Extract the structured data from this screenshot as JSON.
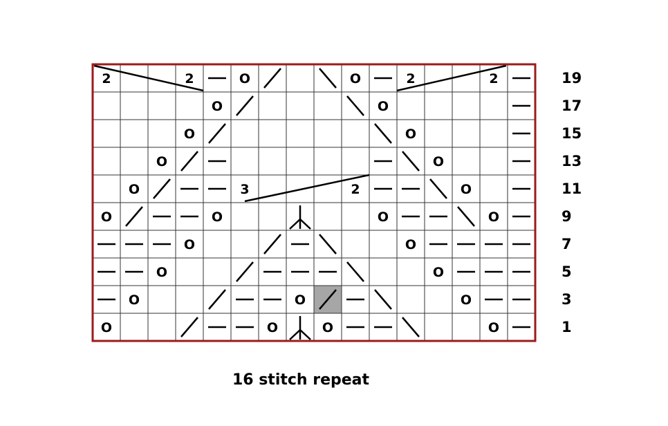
{
  "chart": {
    "rows": [
      {
        "number": "19",
        "cells": [
          "2",
          "",
          "",
          "2",
          "-",
          "O",
          "/",
          "",
          "\\",
          "O",
          "-",
          "2",
          "",
          "",
          "2",
          "-"
        ]
      },
      {
        "number": "17",
        "cells": [
          "",
          "",
          "",
          "",
          "O",
          "/",
          "",
          "",
          "",
          "\\",
          "O",
          "",
          "",
          "",
          "",
          "-"
        ]
      },
      {
        "number": "15",
        "cells": [
          "",
          "",
          "",
          "O",
          "/",
          "",
          "",
          "",
          "",
          "",
          "\\",
          "O",
          "",
          "",
          "",
          "-"
        ]
      },
      {
        "number": "13",
        "cells": [
          "",
          "",
          "O",
          "/",
          "-",
          "",
          "",
          "",
          "",
          "",
          "-",
          "\\",
          "O",
          "",
          "",
          "-"
        ]
      },
      {
        "number": "11",
        "cells": [
          "",
          "O",
          "/",
          "-",
          "-",
          "3",
          "",
          "",
          "",
          "2",
          "-",
          "-",
          "\\",
          "O",
          "",
          "-"
        ]
      },
      {
        "number": "9",
        "cells": [
          "O",
          "/",
          "-",
          "-",
          "O",
          "",
          "",
          "Y",
          "",
          "",
          "O",
          "-",
          "-",
          "\\",
          "O",
          "-"
        ]
      },
      {
        "number": "7",
        "cells": [
          "-",
          "-",
          "-",
          "O",
          "",
          "",
          "/",
          "-",
          "\\",
          "",
          "",
          "O",
          "-",
          "-",
          "-",
          "-"
        ]
      },
      {
        "number": "5",
        "cells": [
          "-",
          "-",
          "O",
          "",
          "",
          "/",
          "-",
          "-",
          "-",
          "\\",
          "",
          "",
          "O",
          "-",
          "-",
          "-"
        ]
      },
      {
        "number": "3",
        "cells": [
          "-",
          "O",
          "",
          "",
          "/",
          "-",
          "-",
          "O",
          "/g",
          "-",
          "\\",
          "",
          "",
          "O",
          "-",
          "-"
        ]
      },
      {
        "number": "1",
        "cells": [
          "O",
          "",
          "",
          "/",
          "-",
          "-",
          "O",
          "Y",
          "O",
          "-",
          "-",
          "\\",
          "",
          "",
          "O",
          "-"
        ]
      }
    ],
    "shaded_color": "#a6a6a6",
    "border_color": "#9b1b1b",
    "grid_color": "#333333"
  },
  "caption": "16 stitch repeat"
}
